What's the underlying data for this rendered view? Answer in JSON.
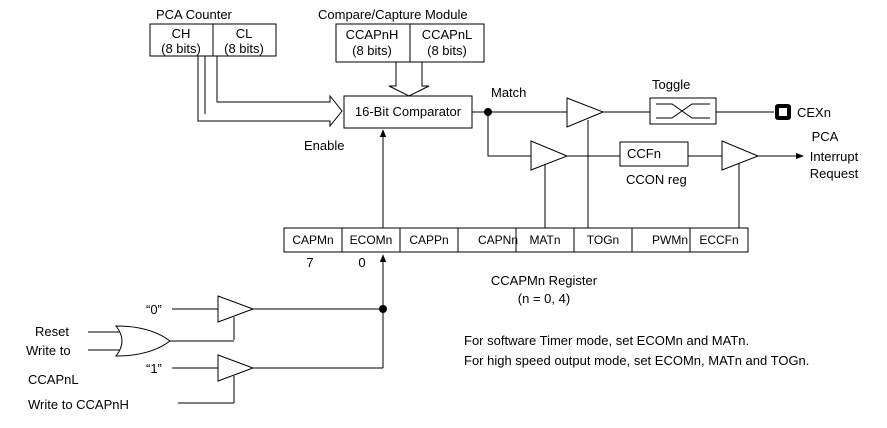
{
  "pca_counter": {
    "title": "PCA Counter",
    "ch": "CH",
    "ch_bits": "(8 bits)",
    "cl": "CL",
    "cl_bits": "(8 bits)"
  },
  "ccm": {
    "title": "Compare/Capture Module",
    "ccapnh": "CCAPnH",
    "ccapnh_bits": "(8 bits)",
    "ccapnl": "CCAPnL",
    "ccapnl_bits": "(8 bits)"
  },
  "comparator": "16-Bit Comparator",
  "match": "Match",
  "enable": "Enable",
  "toggle": "Toggle",
  "cexn": "CEXn",
  "ccfn": "CCFn",
  "ccon_reg": "CCON reg",
  "interrupt": {
    "line1": "PCA",
    "line2": "Interrupt",
    "line3": "Request"
  },
  "register": {
    "bits": [
      "CAPMn",
      "ECOMn",
      "CAPPn",
      "CAPNn",
      "MATn",
      "TOGn",
      "PWMn",
      "ECCFn"
    ],
    "bit7": "7",
    "bit0": "0",
    "title": "CCAPMn Register",
    "subtitle": "(n = 0, 4)"
  },
  "inputs": {
    "zero": "“0”",
    "one": "“1”",
    "reset": "Reset",
    "write_to": "Write to",
    "ccapnl": "CCAPnL",
    "write_ccapnh": "Write to CCAPnH"
  },
  "notes": [
    "For software Timer mode, set ECOMn and MATn.",
    "For high speed output mode, set ECOMn, MATn and TOGn."
  ]
}
